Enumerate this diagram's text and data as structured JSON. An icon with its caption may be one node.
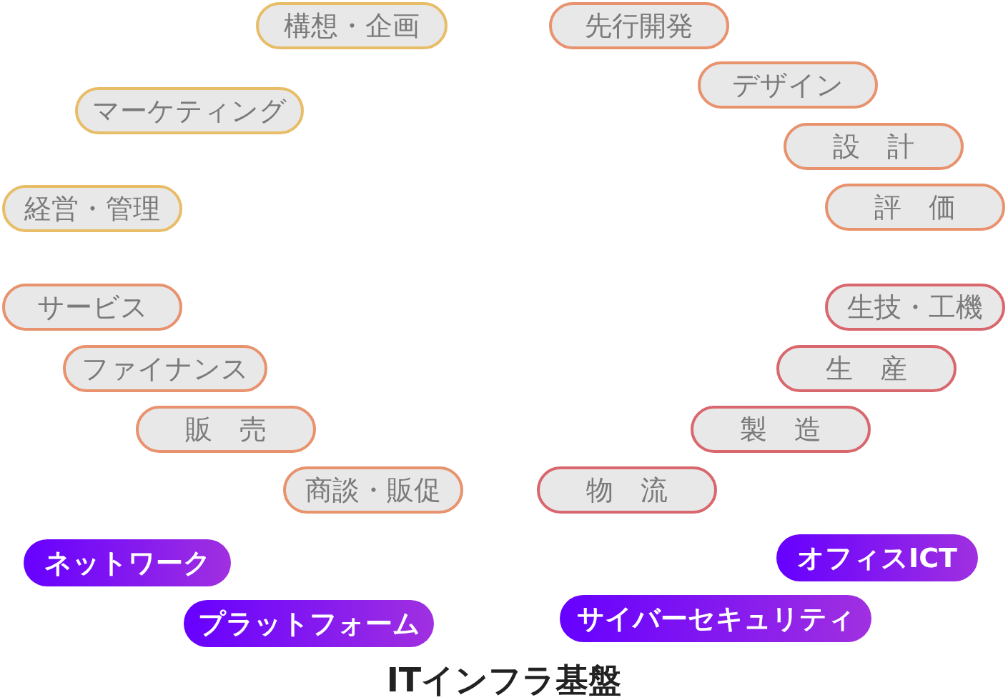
{
  "diagram": {
    "title": "ITインフラ基盤",
    "nodes": [
      {
        "text": [
          "構想・企画"
        ]
      },
      {
        "text": [
          "先行開発"
        ]
      },
      {
        "text": [
          "デザイン"
        ]
      },
      {
        "text": [
          "マーケティング"
        ]
      },
      {
        "text": [
          "設　計"
        ]
      },
      {
        "text": [
          "経営・管理"
        ]
      },
      {
        "text": [
          "評　価"
        ]
      },
      {
        "text": [
          "サービス"
        ]
      },
      {
        "text": [
          "生技・工機"
        ]
      },
      {
        "text": [
          "ファイナンス"
        ]
      },
      {
        "text": [
          "生　産"
        ]
      },
      {
        "text": [
          "販　売"
        ]
      },
      {
        "text": [
          "製　造"
        ]
      },
      {
        "text": [
          "商談・販促"
        ]
      },
      {
        "text": [
          "物　流"
        ]
      },
      {
        "text": [
          "オフィスICT"
        ]
      },
      {
        "text": [
          "ネットワーク"
        ]
      },
      {
        "text": [
          "サイバーセキュリティ"
        ]
      },
      {
        "text": [
          "プラットフォーム"
        ]
      }
    ],
    "edges": []
  }
}
